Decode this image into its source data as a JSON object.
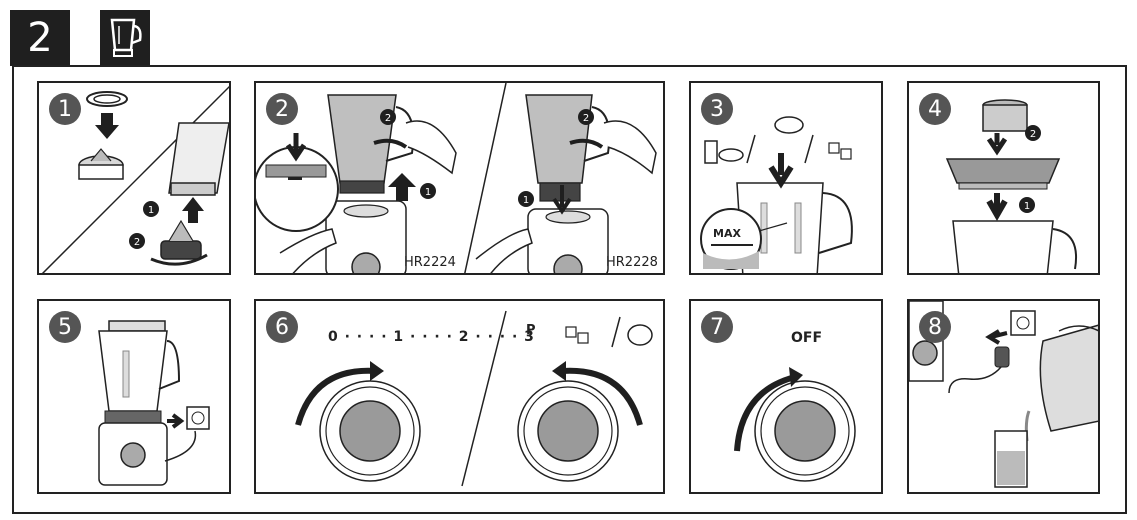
{
  "header": {
    "section_number": "2",
    "icon": "blender-jar-icon"
  },
  "panels": [
    {
      "step": "1"
    },
    {
      "step": "2",
      "models": [
        "HR2224",
        "HR2228"
      ]
    },
    {
      "step": "3",
      "max_label": "MAX"
    },
    {
      "step": "4"
    },
    {
      "step": "5"
    },
    {
      "step": "6",
      "speed_sequence": "0 · · · · 1 · · · · 2 · · · · 3",
      "pulse_label": "P"
    },
    {
      "step": "7",
      "off_label": "OFF"
    },
    {
      "step": "8"
    }
  ],
  "colors": {
    "badge": "#555555",
    "dark": "#1f1f1f",
    "jar": "#bdbdbd",
    "knob": "#9a9a9a"
  }
}
